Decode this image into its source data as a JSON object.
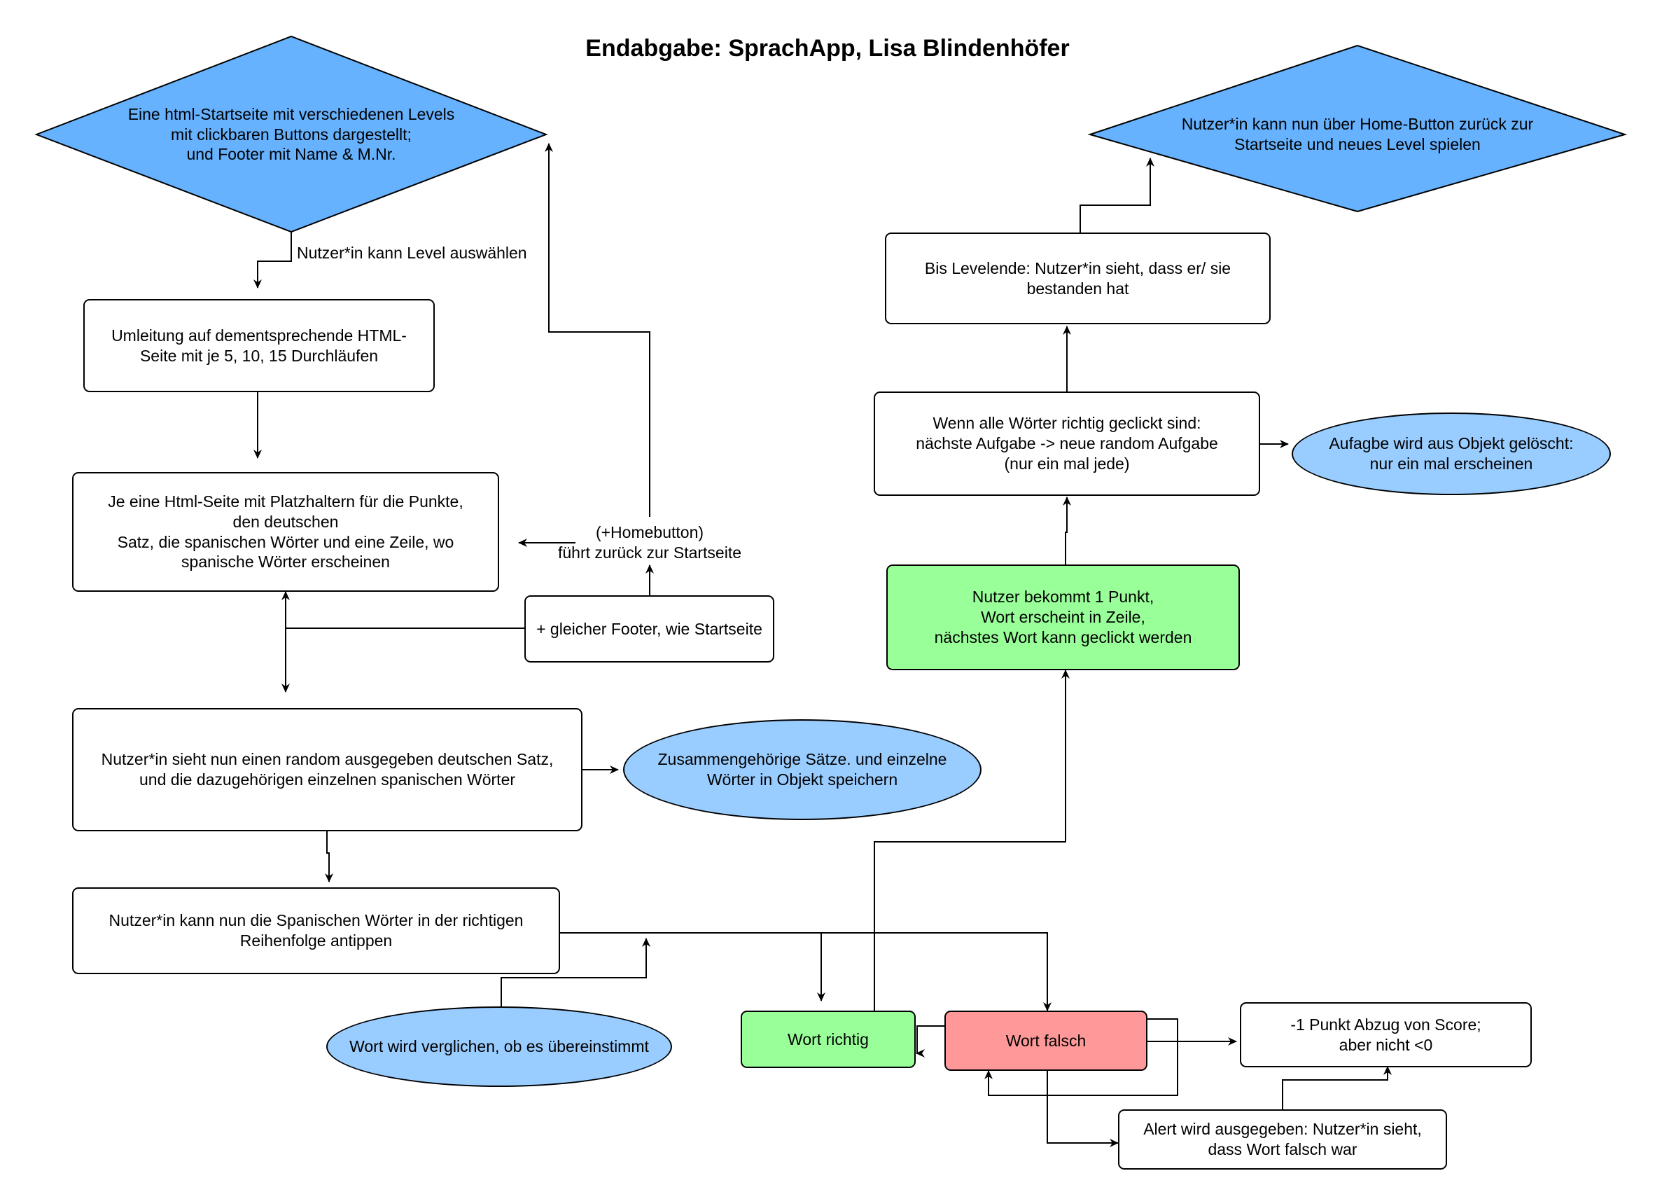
{
  "title": "Endabgabe: SprachApp, Lisa Blindenhöfer",
  "nodes": {
    "start": "Eine html-Startseite mit verschiedenen Levels\nmit clickbaren Buttons dargestellt;\nund Footer mit Name & M.Nr.",
    "redirect": "Umleitung auf dementsprechende HTML-\nSeite mit je 5, 10, 15 Durchläufen",
    "html_page": "Je eine Html-Seite mit Platzhaltern für die Punkte,\nden deutschen\nSatz, die spanischen Wörter und eine Zeile, wo\nspanische Wörter erscheinen",
    "footer": "+ gleicher Footer, wie Startseite",
    "random_sentence": "Nutzer*in sieht nun einen random ausgegeben deutschen Satz,\nund die dazugehörigen einzelnen spanischen Wörter",
    "store_object": "Zusammengehörige Sätze. und einzelne\nWörter in Objekt speichern",
    "tap_words": "Nutzer*in kann nun die Spanischen Wörter in der richtigen\nReihenfolge antippen",
    "compare": "Wort wird verglichen, ob es übereinstimmt",
    "correct": "Wort richtig",
    "wrong": "Wort falsch",
    "minus_point": "-1 Punkt Abzug von Score;\naber nicht <0",
    "alert": "Alert wird ausgegeben: Nutzer*in sieht,\ndass Wort falsch war",
    "point": "Nutzer bekommt 1 Punkt,\nWort erscheint in Zeile,\nnächstes Wort kann geclickt werden",
    "all_correct": "Wenn alle Wörter richtig geclickt sind:\nnächste Aufgabe -> neue random Aufgabe\n(nur ein mal jede)",
    "delete_object": "Aufagbe wird aus Objekt gelöscht:\nnur ein mal erscheinen",
    "level_end": "Bis Levelende: Nutzer*in sieht, dass er/ sie\nbestanden hat",
    "home": "Nutzer*in kann nun über Home-Button zurück zur\nStartseite und neues Level spielen"
  },
  "labels": {
    "choose_level": "Nutzer*in kann Level auswählen",
    "homebutton": "(+Homebutton)\nführt zurück zur Startseite"
  },
  "colors": {
    "diamond": "#66b2ff",
    "ellipse": "#99ccff",
    "green": "#99ff99",
    "red": "#ff9999",
    "stroke": "#000000"
  }
}
